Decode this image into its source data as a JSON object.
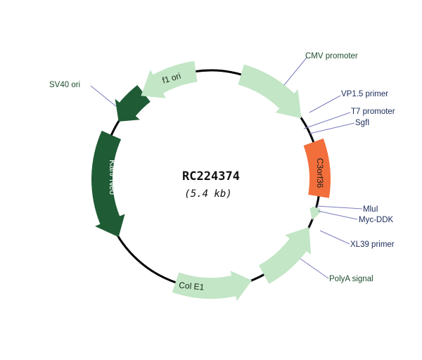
{
  "plasmid": {
    "name": "RC224374",
    "size": "(5.4 kb)"
  },
  "colors": {
    "backbone": "#000000",
    "light_feature": "#c3e6c6",
    "dark_feature": "#1f5b35",
    "insert": "#f26f3c",
    "callout_line": "#7c7cbf",
    "callout_text_dark": "#1a2a5a",
    "callout_text_green": "#1f4d2e"
  },
  "features": [
    {
      "id": "cmv-promoter",
      "label": "CMV promoter",
      "style": "light"
    },
    {
      "id": "vp15-primer",
      "label": "VP1.5 primer",
      "style": "site"
    },
    {
      "id": "t7-promoter",
      "label": "T7 promoter",
      "style": "site"
    },
    {
      "id": "sgfi",
      "label": "SgfI",
      "style": "site"
    },
    {
      "id": "insert",
      "label": "C3orf36",
      "style": "insert"
    },
    {
      "id": "mlui",
      "label": "MluI",
      "style": "site"
    },
    {
      "id": "myc-ddk",
      "label": "Myc-DDK",
      "style": "light"
    },
    {
      "id": "xl39-primer",
      "label": "XL39 primer",
      "style": "site"
    },
    {
      "id": "polya-signal",
      "label": "PolyA signal",
      "style": "light"
    },
    {
      "id": "col-e1",
      "label": "Col E1",
      "style": "light"
    },
    {
      "id": "kan-neo",
      "label": "Kan/ Neo",
      "style": "dark"
    },
    {
      "id": "sv40-ori",
      "label": "SV40 ori",
      "style": "dark"
    },
    {
      "id": "f1-ori",
      "label": "f1 ori",
      "style": "light"
    }
  ]
}
